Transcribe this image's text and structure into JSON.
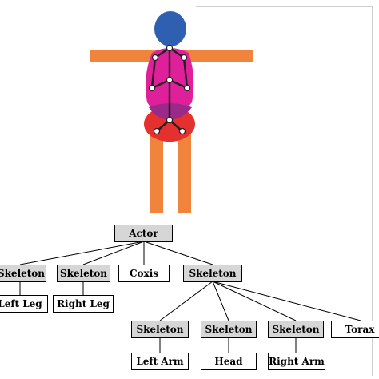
{
  "figure": {
    "colors": {
      "head": "#2f5fb0",
      "torso": "#e0209a",
      "hips": "#e53030",
      "limbs": "#f0843c",
      "joint": "#ffffff",
      "bone": "#222222",
      "node_fill": "#ffffff",
      "node_fill_skeleton": "#d6d6d6"
    }
  },
  "tree": {
    "root": "Actor",
    "level1": [
      "Skeleton",
      "Skeleton",
      "Coxis",
      "Skeleton"
    ],
    "level2": [
      "Left Leg",
      "Right Leg"
    ],
    "level3": [
      "Skeleton",
      "Skeleton",
      "Skeleton",
      "Torax"
    ],
    "level4": [
      "Left Arm",
      "Head",
      "Right Arm"
    ]
  }
}
